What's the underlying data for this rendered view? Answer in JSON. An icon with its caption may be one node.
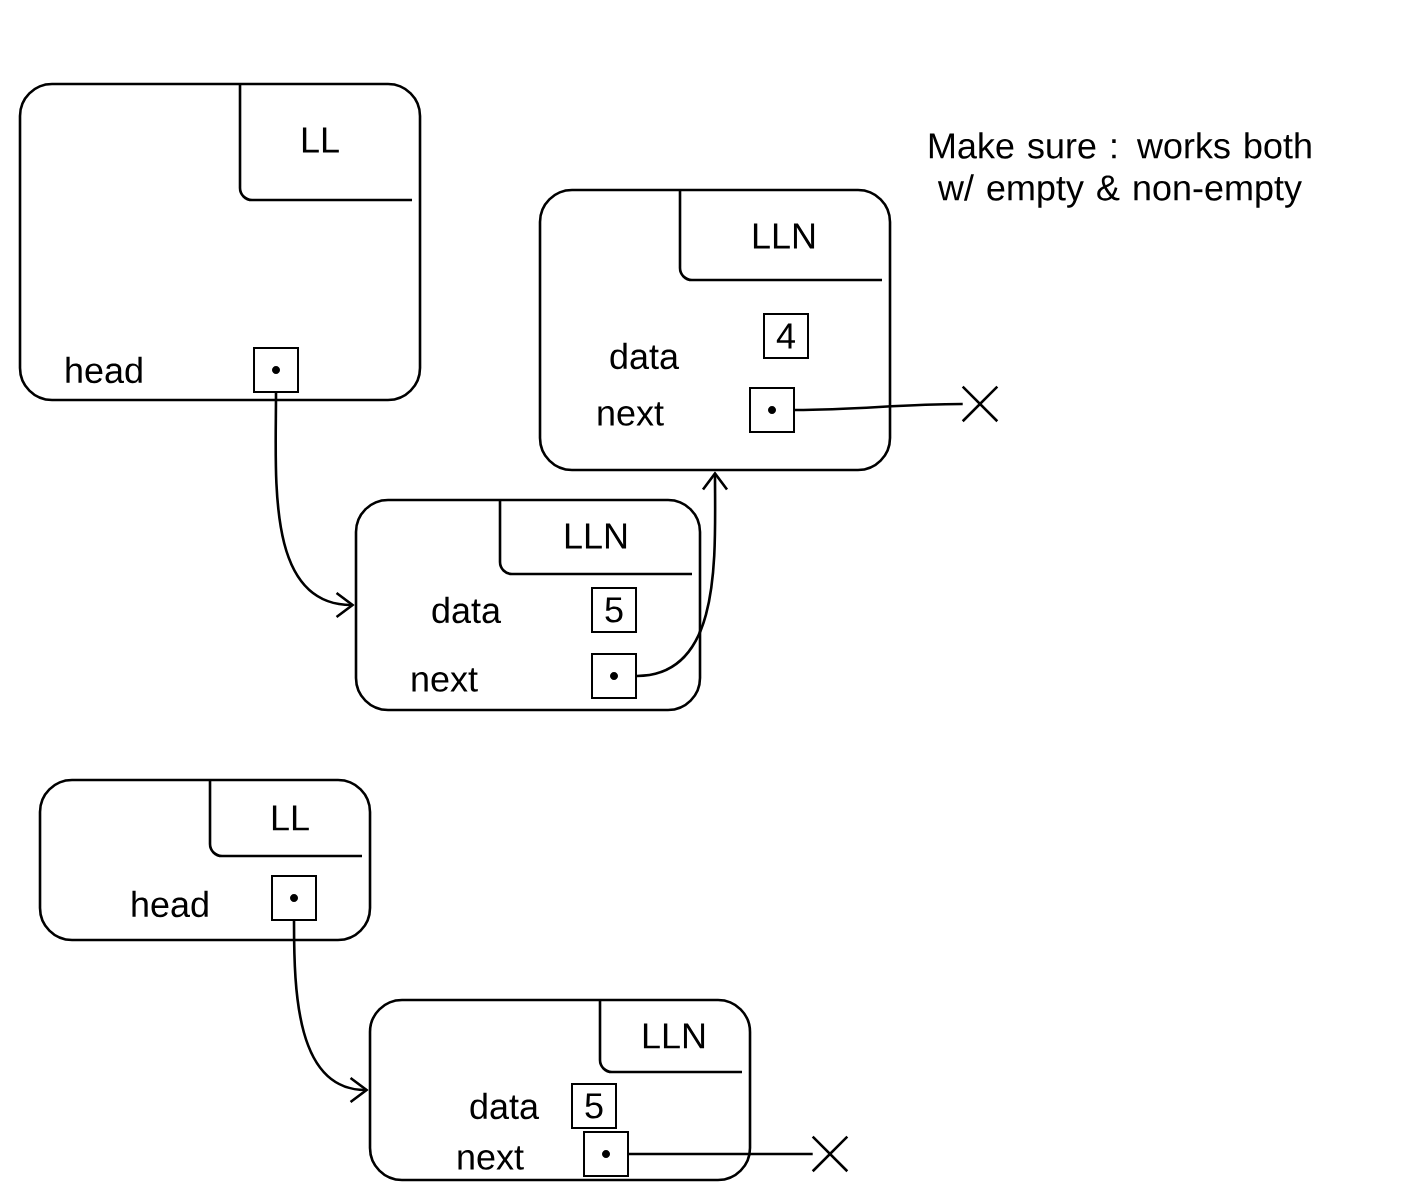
{
  "diagram": {
    "nodes": [
      {
        "text": [
          "LL",
          "head"
        ]
      },
      {
        "text": [],
        "shape": "box",
        "in": 0
      },
      {
        "text": [
          "LLN",
          "data",
          "next"
        ]
      },
      {
        "text": [
          "4"
        ],
        "in": 2
      },
      {
        "text": [],
        "shape": "box",
        "in": 2
      },
      {
        "text": [
          "LLN",
          "data",
          "next"
        ]
      },
      {
        "text": [
          "5"
        ],
        "in": 5
      },
      {
        "text": [],
        "shape": "box",
        "in": 5
      },
      {
        "text": [],
        "shape": "cross"
      },
      {
        "text": [
          "LL",
          "head"
        ]
      },
      {
        "text": [],
        "shape": "box",
        "in": 9
      },
      {
        "text": [
          "LLN",
          "data",
          "next"
        ]
      },
      {
        "text": [
          "5"
        ],
        "in": 11
      },
      {
        "text": [],
        "shape": "box",
        "in": 11
      },
      {
        "text": [],
        "shape": "cross"
      }
    ],
    "edges": [
      {
        "from": 1,
        "to": 5,
        "arrow": "to"
      },
      {
        "from": 7,
        "to": 2,
        "arrow": "to"
      },
      {
        "from": 4,
        "to": 8,
        "arrow": "none"
      },
      {
        "from": 10,
        "to": 11,
        "arrow": "to"
      },
      {
        "from": 13,
        "to": 14,
        "arrow": "none"
      }
    ],
    "labels": [
      "Make sure : works both w/ empty & non-empty"
    ]
  }
}
